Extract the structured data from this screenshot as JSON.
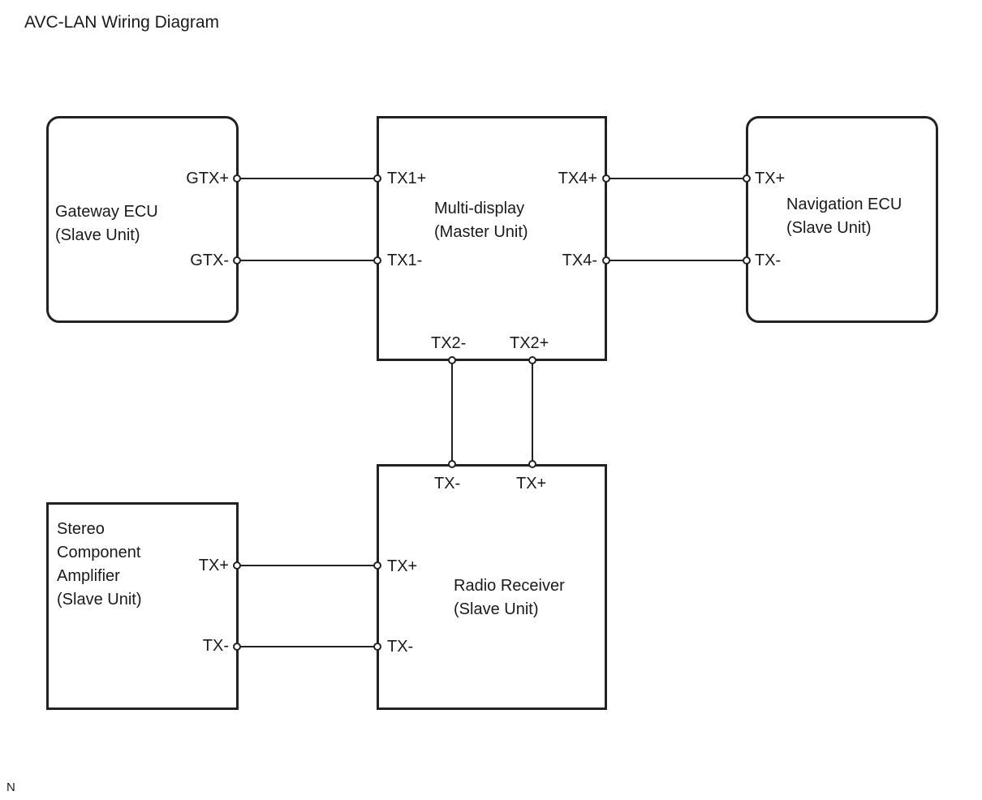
{
  "title": "AVC-LAN Wiring Diagram",
  "corner_mark": "N",
  "units": {
    "gateway": {
      "name": "Gateway ECU",
      "role": "(Slave Unit)",
      "pins": [
        "GTX+",
        "GTX-"
      ]
    },
    "multi_display": {
      "name": "Multi-display",
      "role": "(Master Unit)",
      "pins": {
        "tx1_plus": "TX1+",
        "tx1_minus": "TX1-",
        "tx4_plus": "TX4+",
        "tx4_minus": "TX4-",
        "tx2_minus": "TX2-",
        "tx2_plus": "TX2+"
      }
    },
    "navigation": {
      "name": "Navigation ECU",
      "role": "(Slave Unit)",
      "pins": [
        "TX+",
        "TX-"
      ]
    },
    "radio": {
      "name": "Radio Receiver",
      "role": "(Slave Unit)",
      "pins": {
        "top_minus": "TX-",
        "top_plus": "TX+",
        "left_plus": "TX+",
        "left_minus": "TX-"
      }
    },
    "amplifier": {
      "lines": [
        "Stereo",
        "Component",
        "Amplifier",
        "(Slave Unit)"
      ],
      "pins": [
        "TX+",
        "TX-"
      ]
    }
  }
}
